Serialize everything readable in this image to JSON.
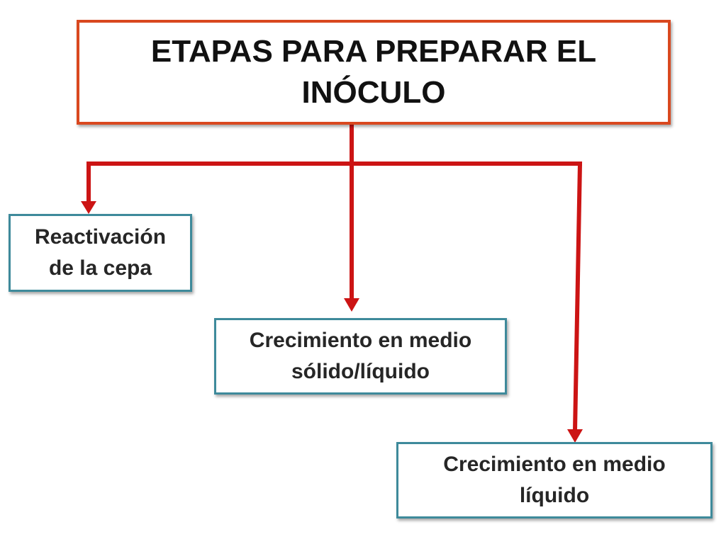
{
  "diagram": {
    "title": "ETAPAS PARA PREPARAR EL INÓCULO",
    "stages": [
      {
        "label": "Reactivación de la cepa"
      },
      {
        "label": "Crecimiento en medio sólido/líquido"
      },
      {
        "label": "Crecimiento en medio líquido"
      }
    ]
  },
  "colors": {
    "title_border": "#d9481f",
    "stage_border": "#3e8a9b",
    "connector": "#cc1414",
    "text": "#1a1a1a"
  }
}
